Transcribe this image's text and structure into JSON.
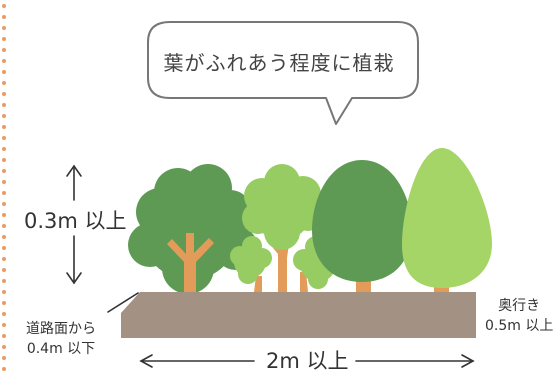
{
  "bubble": {
    "text": "葉がふれあう程度に植栽"
  },
  "labels": {
    "height": "0.3m 以上",
    "width": "2m 以上",
    "depth_line1": "奥行き",
    "depth_line2": "0.5m 以上",
    "road_line1": "道路面から",
    "road_line2": "0.4m 以下"
  },
  "colors": {
    "planter": "#a39284",
    "dark_green": "#5f9a55",
    "light_green": "#96cc62",
    "pale_green": "#a6d567",
    "trunk": "#e39b5a",
    "dots": "#ec9a62",
    "bubble_border": "#777777"
  }
}
